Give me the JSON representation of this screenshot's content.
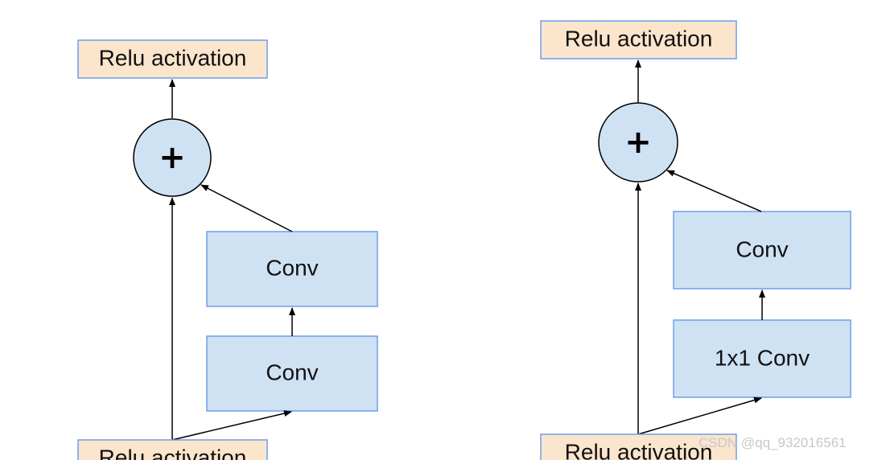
{
  "diagrams": [
    {
      "top_label": "Relu activation",
      "add_symbol": "+",
      "upper_box_label": "Conv",
      "lower_box_label": "Conv",
      "bottom_label": "Relu activation"
    },
    {
      "top_label": "Relu activation",
      "add_symbol": "+",
      "upper_box_label": "Conv",
      "lower_box_label": "1x1 Conv",
      "bottom_label": "Relu activation"
    }
  ],
  "watermark": "CSDN @qq_932016561",
  "colors": {
    "relu_fill": "#fce5cd",
    "box_fill": "#cfe2f3",
    "box_stroke": "#6d9eeb",
    "circle_stroke": "#000000",
    "line": "#000000"
  }
}
